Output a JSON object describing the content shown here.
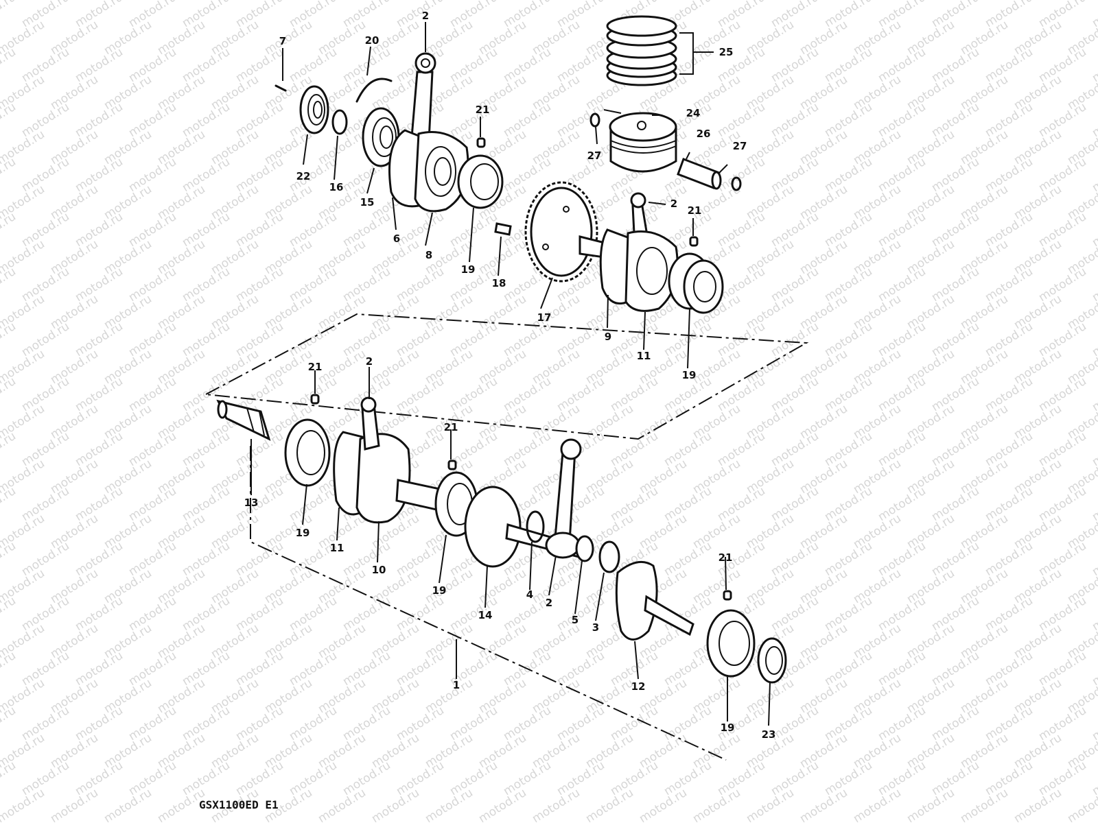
{
  "watermark": "motod.ru",
  "model_label": "GSX1100ED E1",
  "callouts": [
    {
      "id": "c7",
      "text": "7"
    },
    {
      "id": "c20",
      "text": "20"
    },
    {
      "id": "c2a",
      "text": "2"
    },
    {
      "id": "c25",
      "text": "25"
    },
    {
      "id": "c22",
      "text": "22"
    },
    {
      "id": "c16",
      "text": "16"
    },
    {
      "id": "c15",
      "text": "15"
    },
    {
      "id": "c21a",
      "text": "21"
    },
    {
      "id": "c24",
      "text": "24"
    },
    {
      "id": "c27a",
      "text": "27"
    },
    {
      "id": "c26",
      "text": "26"
    },
    {
      "id": "c27b",
      "text": "27"
    },
    {
      "id": "c6",
      "text": "6"
    },
    {
      "id": "c8",
      "text": "8"
    },
    {
      "id": "c19a",
      "text": "19"
    },
    {
      "id": "c18",
      "text": "18"
    },
    {
      "id": "c2b",
      "text": "2"
    },
    {
      "id": "c21b",
      "text": "21"
    },
    {
      "id": "c17",
      "text": "17"
    },
    {
      "id": "c9",
      "text": "9"
    },
    {
      "id": "c11a",
      "text": "11"
    },
    {
      "id": "c19b",
      "text": "19"
    },
    {
      "id": "c21c",
      "text": "21"
    },
    {
      "id": "c2c",
      "text": "2"
    },
    {
      "id": "c21d",
      "text": "21"
    },
    {
      "id": "c13",
      "text": "13"
    },
    {
      "id": "c19c",
      "text": "19"
    },
    {
      "id": "c11b",
      "text": "11"
    },
    {
      "id": "c10",
      "text": "10"
    },
    {
      "id": "c19d",
      "text": "19"
    },
    {
      "id": "c14",
      "text": "14"
    },
    {
      "id": "c4",
      "text": "4"
    },
    {
      "id": "c2d",
      "text": "2"
    },
    {
      "id": "c5",
      "text": "5"
    },
    {
      "id": "c3",
      "text": "3"
    },
    {
      "id": "c21e",
      "text": "21"
    },
    {
      "id": "c12",
      "text": "12"
    },
    {
      "id": "c19e",
      "text": "19"
    },
    {
      "id": "c23",
      "text": "23"
    },
    {
      "id": "c1",
      "text": "1"
    }
  ]
}
